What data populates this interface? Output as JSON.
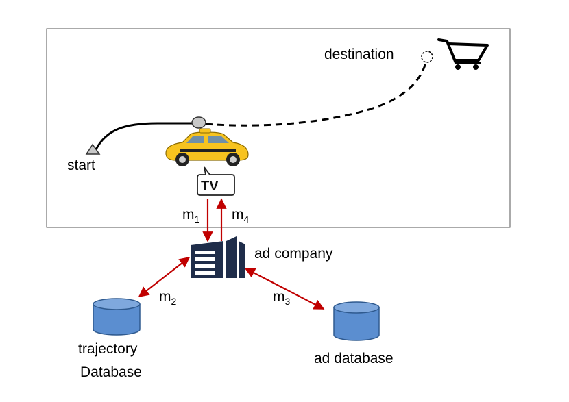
{
  "labels": {
    "start": "start",
    "destination": "destination",
    "tv": "TV",
    "ad_company": "ad company",
    "trajectory_db_line1": "trajectory",
    "trajectory_db_line2": "Database",
    "ad_database": "ad database"
  },
  "messages": {
    "m1": {
      "base": "m",
      "sub": "1"
    },
    "m2": {
      "base": "m",
      "sub": "2"
    },
    "m3": {
      "base": "m",
      "sub": "3"
    },
    "m4": {
      "base": "m",
      "sub": "4"
    }
  },
  "icons": {
    "taxi": "taxi-icon",
    "cart": "shopping-cart-icon",
    "building": "office-building-icon",
    "database": "database-cylinder-icon"
  },
  "colors": {
    "arrow": "#c00000",
    "taxi": "#f7c31f",
    "building": "#1f2d4a",
    "database_fill": "#5b8ed0",
    "database_stroke": "#2f5a8f",
    "current_location": "#c8c8c8"
  }
}
